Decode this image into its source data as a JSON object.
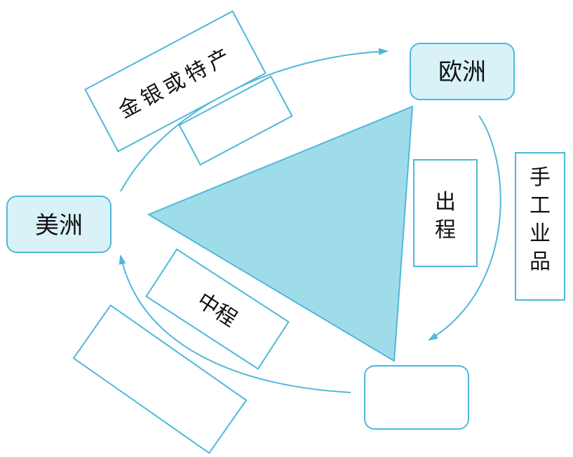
{
  "colors": {
    "accent": "#4fb8d9",
    "fill_light": "#d9f2f8",
    "triangle_fill": "#9fdcea",
    "text": "#111111"
  },
  "nodes": {
    "europe": "欧洲",
    "america": "美洲",
    "africa": ""
  },
  "labels": {
    "gold_silver": "金银或特产",
    "outbound": "出程",
    "middle": "中程",
    "manufactures": "手工业品",
    "blank_1": "",
    "blank_2": ""
  },
  "icons": {
    "arrowhead": "arrowhead-icon"
  }
}
